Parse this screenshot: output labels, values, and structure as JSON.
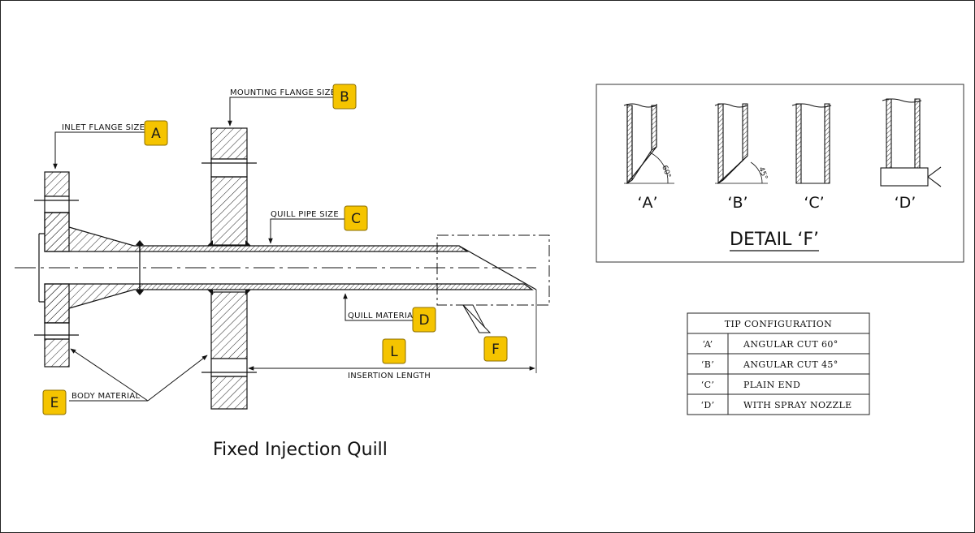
{
  "caption": "Fixed Injection Quill",
  "badge_color": "#f5c400",
  "callouts": {
    "A": {
      "letter": "A",
      "label": "INLET FLANGE SIZE"
    },
    "B": {
      "letter": "B",
      "label": "MOUNTING FLANGE SIZE"
    },
    "C": {
      "letter": "C",
      "label": "QUILL PIPE SIZE"
    },
    "D": {
      "letter": "D",
      "label": "QUILL MATERIAL"
    },
    "E": {
      "letter": "E",
      "label": "BODY MATERIAL"
    },
    "F": {
      "letter": "F"
    },
    "L": {
      "letter": "L",
      "label": "INSERTION LENGTH"
    }
  },
  "detail": {
    "title": "DETAIL ‘F’",
    "tips": [
      {
        "label": "‘A’",
        "angle": "60°"
      },
      {
        "label": "‘B’",
        "angle": "45°"
      },
      {
        "label": "‘C’"
      },
      {
        "label": "‘D’"
      }
    ]
  },
  "table": {
    "title": "TIP CONFIGURATION",
    "rows": [
      {
        "code": "‘A’",
        "desc": "ANGULAR CUT 60°"
      },
      {
        "code": "‘B’",
        "desc": "ANGULAR CUT 45°"
      },
      {
        "code": "‘C’",
        "desc": "PLAIN END"
      },
      {
        "code": "‘D’",
        "desc": "WITH SPRAY NOZZLE"
      }
    ]
  }
}
